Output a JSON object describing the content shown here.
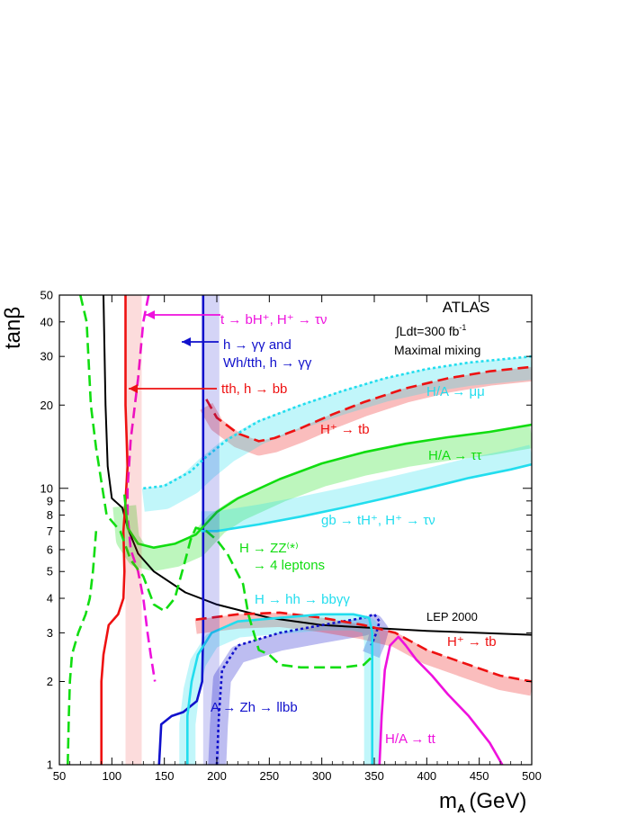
{
  "chart_data": {
    "type": "line",
    "title": "",
    "xlabel_main": "m",
    "xlabel_sub": "A",
    "xlabel_unit": "(GeV)",
    "ylabel": "tanβ",
    "xlim": [
      50,
      500
    ],
    "ylim": [
      1,
      50
    ],
    "yscale": "log",
    "xticks": [
      50,
      100,
      150,
      200,
      250,
      300,
      350,
      400,
      450,
      500
    ],
    "yticks": [
      1,
      2,
      3,
      4,
      5,
      6,
      7,
      8,
      9,
      10,
      20,
      30,
      40,
      50
    ],
    "grid": false,
    "experiment": "ATLAS",
    "luminosity_text": "∫Ldt=300 fb",
    "luminosity_sup": "-1",
    "scenario": "Maximal mixing",
    "colors": {
      "green": "#11dd11",
      "red": "#ee1111",
      "magenta": "#ee11dd",
      "blue": "#1111cc",
      "cyan": "#22ddee",
      "black": "#000000"
    },
    "series": [
      {
        "id": "lep",
        "name": "LEP 2000",
        "color": "black",
        "style": "solid",
        "points": [
          [
            92,
            50
          ],
          [
            94,
            20
          ],
          [
            96,
            12
          ],
          [
            100,
            9.2
          ],
          [
            110,
            8.5
          ],
          [
            115,
            7.2
          ],
          [
            125,
            5.8
          ],
          [
            140,
            5
          ],
          [
            170,
            4.2
          ],
          [
            200,
            3.8
          ],
          [
            250,
            3.4
          ],
          [
            300,
            3.2
          ],
          [
            400,
            3.05
          ],
          [
            500,
            2.95
          ]
        ]
      },
      {
        "id": "h_gamgam",
        "name": "h → γγ",
        "color": "blue",
        "style": "solid",
        "points": [
          [
            187,
            50
          ],
          [
            187,
            10
          ],
          [
            187,
            3
          ],
          [
            186,
            2
          ],
          [
            181,
            1.7
          ],
          [
            168,
            1.55
          ],
          [
            157,
            1.5
          ],
          [
            147,
            1.4
          ],
          [
            145,
            1
          ]
        ]
      },
      {
        "id": "A_Zh",
        "name": "A → Zh → llbb",
        "color": "blue",
        "style": "dotted",
        "points": [
          [
            200,
            1
          ],
          [
            202,
            1.5
          ],
          [
            205,
            2.2
          ],
          [
            220,
            2.7
          ],
          [
            260,
            3.0
          ],
          [
            300,
            3.2
          ],
          [
            340,
            3.4
          ],
          [
            350,
            3.5
          ],
          [
            355,
            3.3
          ],
          [
            352,
            3.0
          ],
          [
            347,
            2.7
          ]
        ]
      },
      {
        "id": "tth_bb",
        "name": "tth, h → bb",
        "color": "red",
        "style": "solid",
        "points": [
          [
            113,
            50
          ],
          [
            113,
            20
          ],
          [
            115,
            12
          ],
          [
            113,
            9
          ],
          [
            111,
            7
          ],
          [
            112,
            5
          ],
          [
            111,
            4
          ],
          [
            106,
            3.5
          ],
          [
            97,
            3.2
          ],
          [
            92,
            2.5
          ],
          [
            90,
            2
          ],
          [
            90,
            1.5
          ],
          [
            90,
            1
          ]
        ]
      },
      {
        "id": "t_bH",
        "name": "t → bH⁺, H⁺ → τν",
        "color": "magenta",
        "style": "dashed",
        "points": [
          [
            135,
            50
          ],
          [
            130,
            40
          ],
          [
            125,
            25
          ],
          [
            118,
            15
          ],
          [
            115,
            10
          ],
          [
            115,
            8
          ],
          [
            118,
            6
          ],
          [
            125,
            5
          ],
          [
            130,
            4
          ],
          [
            134,
            3
          ],
          [
            137,
            2.5
          ],
          [
            141,
            2
          ]
        ]
      },
      {
        "id": "Hp_tb_high",
        "name": "H⁺ → tb",
        "color": "red",
        "style": "dashed",
        "points": [
          [
            190,
            21
          ],
          [
            200,
            18
          ],
          [
            220,
            15.8
          ],
          [
            240,
            14.8
          ],
          [
            255,
            15.2
          ],
          [
            280,
            16.5
          ],
          [
            310,
            18.5
          ],
          [
            340,
            20.5
          ],
          [
            380,
            23
          ],
          [
            420,
            25
          ],
          [
            460,
            26.5
          ],
          [
            500,
            27.5
          ]
        ]
      },
      {
        "id": "Hp_tb_low",
        "name": "H⁺ → tb",
        "color": "red",
        "style": "dashed",
        "points": [
          [
            180,
            3.35
          ],
          [
            220,
            3.5
          ],
          [
            260,
            3.55
          ],
          [
            300,
            3.4
          ],
          [
            340,
            3.2
          ],
          [
            370,
            3.0
          ],
          [
            400,
            2.6
          ],
          [
            440,
            2.3
          ],
          [
            470,
            2.1
          ],
          [
            500,
            2.0
          ]
        ]
      },
      {
        "id": "tautau",
        "name": "H/A → ττ",
        "color": "green",
        "style": "solid",
        "points": [
          [
            112,
            9.5
          ],
          [
            115,
            7.2
          ],
          [
            125,
            6.3
          ],
          [
            140,
            6.1
          ],
          [
            160,
            6.3
          ],
          [
            180,
            6.8
          ],
          [
            200,
            8.2
          ],
          [
            220,
            9.2
          ],
          [
            260,
            10.8
          ],
          [
            300,
            12.3
          ],
          [
            340,
            13.5
          ],
          [
            380,
            14.5
          ],
          [
            420,
            15.3
          ],
          [
            460,
            16
          ],
          [
            500,
            17
          ]
        ]
      },
      {
        "id": "mumu",
        "name": "H/A → μμ",
        "color": "cyan",
        "style": "dotted",
        "points": [
          [
            130,
            10
          ],
          [
            150,
            10.2
          ],
          [
            175,
            11.5
          ],
          [
            190,
            13
          ],
          [
            210,
            15
          ],
          [
            240,
            17.5
          ],
          [
            280,
            20
          ],
          [
            320,
            22.5
          ],
          [
            360,
            25
          ],
          [
            400,
            27
          ],
          [
            440,
            28.5
          ],
          [
            480,
            29.5
          ],
          [
            500,
            30
          ]
        ]
      },
      {
        "id": "gb_tH",
        "name": "gb → tH⁺, H⁺ → τν",
        "color": "cyan",
        "style": "solid",
        "points": [
          [
            185,
            7
          ],
          [
            200,
            7
          ],
          [
            240,
            7.4
          ],
          [
            280,
            7.9
          ],
          [
            320,
            8.5
          ],
          [
            360,
            9.2
          ],
          [
            400,
            10
          ],
          [
            440,
            10.9
          ],
          [
            480,
            11.7
          ],
          [
            500,
            12.2
          ]
        ]
      },
      {
        "id": "H_hh",
        "name": "H → hh → bbγγ",
        "color": "cyan",
        "style": "solid",
        "points": [
          [
            172,
            1
          ],
          [
            172,
            1.5
          ],
          [
            176,
            2
          ],
          [
            182,
            2.5
          ],
          [
            195,
            3.0
          ],
          [
            220,
            3.3
          ],
          [
            260,
            3.4
          ],
          [
            300,
            3.5
          ],
          [
            330,
            3.5
          ],
          [
            345,
            3.4
          ],
          [
            348,
            3
          ],
          [
            348,
            2
          ],
          [
            348,
            1
          ]
        ]
      },
      {
        "id": "H_ZZ",
        "name": "H → ZZ⁽*⁾ → 4 leptons",
        "color": "green",
        "style": "dashed",
        "points": [
          [
            70,
            50
          ],
          [
            76,
            40
          ],
          [
            80,
            20
          ],
          [
            85,
            14
          ],
          [
            95,
            8
          ],
          [
            108,
            7
          ],
          [
            118,
            5.5
          ],
          [
            130,
            4.8
          ],
          [
            140,
            3.8
          ],
          [
            150,
            3.6
          ],
          [
            160,
            4
          ],
          [
            170,
            5.5
          ],
          [
            175,
            6.5
          ],
          [
            180,
            7.2
          ],
          [
            190,
            7
          ],
          [
            200,
            6.5
          ],
          [
            210,
            5.8
          ],
          [
            225,
            4.5
          ],
          [
            230,
            3.5
          ],
          [
            240,
            2.6
          ],
          [
            250,
            2.5
          ],
          [
            260,
            2.3
          ],
          [
            280,
            2.25
          ],
          [
            320,
            2.25
          ],
          [
            340,
            2.3
          ],
          [
            350,
            2.5
          ]
        ]
      },
      {
        "id": "H_ZZ_low",
        "name": "H → ZZ⁽*⁾ → 4 leptons",
        "color": "green",
        "style": "dashed",
        "points": [
          [
            58,
            1
          ],
          [
            59,
            1.5
          ],
          [
            60,
            2
          ],
          [
            62,
            2.5
          ],
          [
            68,
            3.0
          ],
          [
            75,
            3.5
          ],
          [
            79,
            4
          ],
          [
            82,
            5
          ],
          [
            85,
            7
          ]
        ]
      },
      {
        "id": "H_tt",
        "name": "H/A → tt",
        "color": "magenta",
        "style": "solid",
        "points": [
          [
            355,
            1
          ],
          [
            357,
            1.5
          ],
          [
            360,
            2.2
          ],
          [
            365,
            2.7
          ],
          [
            373,
            2.9
          ],
          [
            380,
            2.7
          ],
          [
            390,
            2.4
          ],
          [
            405,
            2.1
          ],
          [
            420,
            1.8
          ],
          [
            440,
            1.5
          ],
          [
            460,
            1.2
          ],
          [
            472,
            1
          ]
        ]
      }
    ],
    "annotations": [
      {
        "id": "t_bH",
        "color": "magenta",
        "text": "t → bH⁺, H⁺ → τν"
      },
      {
        "id": "h_gamgam_line1",
        "color": "blue",
        "text": "h → γγ and"
      },
      {
        "id": "h_gamgam_line2",
        "color": "blue",
        "text": "Wh/tth, h → γγ"
      },
      {
        "id": "tth_bb",
        "color": "red",
        "text": "tth, h → bb"
      },
      {
        "id": "mumu",
        "color": "cyan",
        "text": "H/A → μμ"
      },
      {
        "id": "Hp_tb_high",
        "color": "red",
        "text": "H⁺ → tb"
      },
      {
        "id": "tautau",
        "color": "green",
        "text": "H/A → ττ"
      },
      {
        "id": "gb_tH",
        "color": "cyan",
        "text": "gb → tH⁺, H⁺ → τν"
      },
      {
        "id": "H_ZZ_line1",
        "color": "green",
        "text": "H → ZZ⁽*⁾"
      },
      {
        "id": "H_ZZ_line2",
        "color": "green",
        "text": "→ 4 leptons"
      },
      {
        "id": "H_hh",
        "color": "cyan",
        "text": "H → hh → bbγγ"
      },
      {
        "id": "lep",
        "color": "black",
        "text": "LEP 2000"
      },
      {
        "id": "Hp_tb_low",
        "color": "red",
        "text": "H⁺ → tb"
      },
      {
        "id": "A_Zh",
        "color": "blue",
        "text": "A → Zh → llbb"
      },
      {
        "id": "H_tt",
        "color": "magenta",
        "text": "H/A → tt"
      }
    ]
  }
}
